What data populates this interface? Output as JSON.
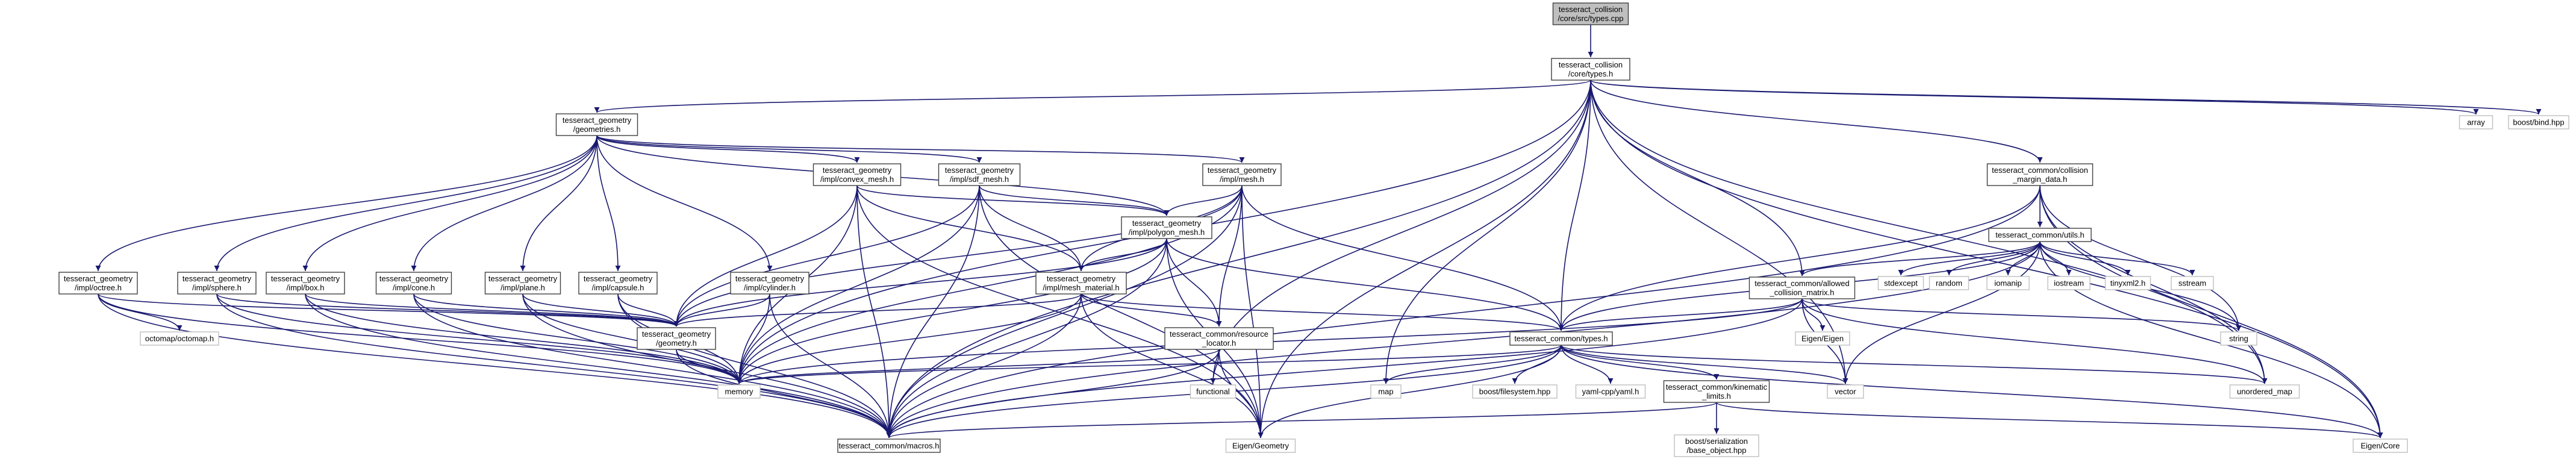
{
  "graph": {
    "root": "core_types_cpp",
    "colors": {
      "edge": "#191970",
      "node_border": "#404040",
      "plain_border": "#bfbfbf",
      "root_fill": "#bfbfbf"
    },
    "nodes": [
      {
        "id": "core_types_cpp",
        "lines": [
          "tesseract_collision",
          "/core/src/types.cpp"
        ],
        "style": "root"
      },
      {
        "id": "core_types_h",
        "lines": [
          "tesseract_collision",
          "/core/types.h"
        ],
        "style": "documented"
      },
      {
        "id": "geometries_h",
        "lines": [
          "tesseract_geometry",
          "/geometries.h"
        ],
        "style": "documented"
      },
      {
        "id": "convex_mesh_h",
        "lines": [
          "tesseract_geometry",
          "/impl/convex_mesh.h"
        ],
        "style": "documented"
      },
      {
        "id": "sdf_mesh_h",
        "lines": [
          "tesseract_geometry",
          "/impl/sdf_mesh.h"
        ],
        "style": "documented"
      },
      {
        "id": "mesh_h",
        "lines": [
          "tesseract_geometry",
          "/impl/mesh.h"
        ],
        "style": "documented"
      },
      {
        "id": "polygon_mesh_h",
        "lines": [
          "tesseract_geometry",
          "/impl/polygon_mesh.h"
        ],
        "style": "documented"
      },
      {
        "id": "mesh_material_h",
        "lines": [
          "tesseract_geometry",
          "/impl/mesh_material.h"
        ],
        "style": "documented"
      },
      {
        "id": "collision_margin_data_h",
        "lines": [
          "tesseract_common/collision",
          "_margin_data.h"
        ],
        "style": "documented"
      },
      {
        "id": "utils_h",
        "lines": [
          "tesseract_common/utils.h"
        ],
        "style": "documented"
      },
      {
        "id": "allowed_collision_matrix_h",
        "lines": [
          "tesseract_common/allowed",
          "_collision_matrix.h"
        ],
        "style": "documented"
      },
      {
        "id": "octree_h",
        "lines": [
          "tesseract_geometry",
          "/impl/octree.h"
        ],
        "style": "documented"
      },
      {
        "id": "sphere_h",
        "lines": [
          "tesseract_geometry",
          "/impl/sphere.h"
        ],
        "style": "documented"
      },
      {
        "id": "box_h",
        "lines": [
          "tesseract_geometry",
          "/impl/box.h"
        ],
        "style": "documented"
      },
      {
        "id": "cone_h",
        "lines": [
          "tesseract_geometry",
          "/impl/cone.h"
        ],
        "style": "documented"
      },
      {
        "id": "plane_h",
        "lines": [
          "tesseract_geometry",
          "/impl/plane.h"
        ],
        "style": "documented"
      },
      {
        "id": "capsule_h",
        "lines": [
          "tesseract_geometry",
          "/impl/capsule.h"
        ],
        "style": "documented"
      },
      {
        "id": "cylinder_h",
        "lines": [
          "tesseract_geometry",
          "/impl/cylinder.h"
        ],
        "style": "documented"
      },
      {
        "id": "geometry_h",
        "lines": [
          "tesseract_geometry",
          "/geometry.h"
        ],
        "style": "documented"
      },
      {
        "id": "resource_locator_h",
        "lines": [
          "tesseract_common/resource",
          "_locator.h"
        ],
        "style": "documented"
      },
      {
        "id": "common_types_h",
        "lines": [
          "tesseract_common/types.h"
        ],
        "style": "documented"
      },
      {
        "id": "kinematic_limits_h",
        "lines": [
          "tesseract_common/kinematic",
          "_limits.h"
        ],
        "style": "documented"
      },
      {
        "id": "macros_h",
        "lines": [
          "tesseract_common/macros.h"
        ],
        "style": "documented"
      },
      {
        "id": "octomap_h",
        "lines": [
          "octomap/octomap.h"
        ],
        "style": "plain"
      },
      {
        "id": "memory",
        "lines": [
          "memory"
        ],
        "style": "plain"
      },
      {
        "id": "functional",
        "lines": [
          "functional"
        ],
        "style": "plain"
      },
      {
        "id": "map",
        "lines": [
          "map"
        ],
        "style": "plain"
      },
      {
        "id": "boost_filesystem",
        "lines": [
          "boost/filesystem.hpp"
        ],
        "style": "plain"
      },
      {
        "id": "yaml_cpp",
        "lines": [
          "yaml-cpp/yaml.h"
        ],
        "style": "plain"
      },
      {
        "id": "vector",
        "lines": [
          "vector"
        ],
        "style": "plain"
      },
      {
        "id": "eigen_geometry",
        "lines": [
          "Eigen/Geometry"
        ],
        "style": "plain"
      },
      {
        "id": "eigen_eigen",
        "lines": [
          "Eigen/Eigen"
        ],
        "style": "plain"
      },
      {
        "id": "eigen_core",
        "lines": [
          "Eigen/Core"
        ],
        "style": "plain"
      },
      {
        "id": "unordered_map",
        "lines": [
          "unordered_map"
        ],
        "style": "plain"
      },
      {
        "id": "string",
        "lines": [
          "string"
        ],
        "style": "plain"
      },
      {
        "id": "array",
        "lines": [
          "array"
        ],
        "style": "plain"
      },
      {
        "id": "boost_bind",
        "lines": [
          "boost/bind.hpp"
        ],
        "style": "plain"
      },
      {
        "id": "stdexcept",
        "lines": [
          "stdexcept"
        ],
        "style": "plain"
      },
      {
        "id": "random",
        "lines": [
          "random"
        ],
        "style": "plain"
      },
      {
        "id": "iomanip",
        "lines": [
          "iomanip"
        ],
        "style": "plain"
      },
      {
        "id": "iostream",
        "lines": [
          "iostream"
        ],
        "style": "plain"
      },
      {
        "id": "tinyxml2_h",
        "lines": [
          "tinyxml2.h"
        ],
        "style": "plain"
      },
      {
        "id": "sstream",
        "lines": [
          "sstream"
        ],
        "style": "plain"
      },
      {
        "id": "boost_serialization",
        "lines": [
          "boost/serialization",
          "/base_object.hpp"
        ],
        "style": "plain"
      }
    ],
    "edges": [
      [
        "core_types_cpp",
        "core_types_h"
      ],
      [
        "core_types_h",
        "geometries_h"
      ],
      [
        "core_types_h",
        "macros_h"
      ],
      [
        "core_types_h",
        "memory"
      ],
      [
        "core_types_h",
        "functional"
      ],
      [
        "core_types_h",
        "map"
      ],
      [
        "core_types_h",
        "eigen_geometry"
      ],
      [
        "core_types_h",
        "common_types_h"
      ],
      [
        "core_types_h",
        "allowed_collision_matrix_h"
      ],
      [
        "core_types_h",
        "vector"
      ],
      [
        "core_types_h",
        "collision_margin_data_h"
      ],
      [
        "core_types_h",
        "unordered_map"
      ],
      [
        "core_types_h",
        "eigen_core"
      ],
      [
        "core_types_h",
        "array"
      ],
      [
        "core_types_h",
        "boost_bind"
      ],
      [
        "geometries_h",
        "octree_h"
      ],
      [
        "geometries_h",
        "sphere_h"
      ],
      [
        "geometries_h",
        "box_h"
      ],
      [
        "geometries_h",
        "cone_h"
      ],
      [
        "geometries_h",
        "plane_h"
      ],
      [
        "geometries_h",
        "capsule_h"
      ],
      [
        "geometries_h",
        "cylinder_h"
      ],
      [
        "geometries_h",
        "convex_mesh_h"
      ],
      [
        "geometries_h",
        "sdf_mesh_h"
      ],
      [
        "geometries_h",
        "mesh_h"
      ],
      [
        "geometries_h",
        "polygon_mesh_h"
      ],
      [
        "octree_h",
        "geometry_h"
      ],
      [
        "octree_h",
        "octomap_h"
      ],
      [
        "octree_h",
        "memory"
      ],
      [
        "octree_h",
        "macros_h"
      ],
      [
        "sphere_h",
        "geometry_h"
      ],
      [
        "sphere_h",
        "memory"
      ],
      [
        "sphere_h",
        "macros_h"
      ],
      [
        "box_h",
        "geometry_h"
      ],
      [
        "box_h",
        "memory"
      ],
      [
        "box_h",
        "macros_h"
      ],
      [
        "cone_h",
        "geometry_h"
      ],
      [
        "cone_h",
        "memory"
      ],
      [
        "cone_h",
        "macros_h"
      ],
      [
        "plane_h",
        "geometry_h"
      ],
      [
        "plane_h",
        "memory"
      ],
      [
        "plane_h",
        "macros_h"
      ],
      [
        "capsule_h",
        "geometry_h"
      ],
      [
        "capsule_h",
        "memory"
      ],
      [
        "capsule_h",
        "macros_h"
      ],
      [
        "cylinder_h",
        "geometry_h"
      ],
      [
        "cylinder_h",
        "memory"
      ],
      [
        "cylinder_h",
        "macros_h"
      ],
      [
        "convex_mesh_h",
        "geometry_h"
      ],
      [
        "convex_mesh_h",
        "polygon_mesh_h"
      ],
      [
        "convex_mesh_h",
        "mesh_material_h"
      ],
      [
        "convex_mesh_h",
        "memory"
      ],
      [
        "convex_mesh_h",
        "macros_h"
      ],
      [
        "convex_mesh_h",
        "eigen_geometry"
      ],
      [
        "sdf_mesh_h",
        "geometry_h"
      ],
      [
        "sdf_mesh_h",
        "polygon_mesh_h"
      ],
      [
        "sdf_mesh_h",
        "mesh_material_h"
      ],
      [
        "sdf_mesh_h",
        "memory"
      ],
      [
        "sdf_mesh_h",
        "macros_h"
      ],
      [
        "sdf_mesh_h",
        "eigen_geometry"
      ],
      [
        "mesh_h",
        "geometry_h"
      ],
      [
        "mesh_h",
        "polygon_mesh_h"
      ],
      [
        "mesh_h",
        "mesh_material_h"
      ],
      [
        "mesh_h",
        "resource_locator_h"
      ],
      [
        "mesh_h",
        "common_types_h"
      ],
      [
        "mesh_h",
        "memory"
      ],
      [
        "mesh_h",
        "macros_h"
      ],
      [
        "mesh_h",
        "eigen_geometry"
      ],
      [
        "polygon_mesh_h",
        "geometry_h"
      ],
      [
        "polygon_mesh_h",
        "mesh_material_h"
      ],
      [
        "polygon_mesh_h",
        "resource_locator_h"
      ],
      [
        "polygon_mesh_h",
        "common_types_h"
      ],
      [
        "polygon_mesh_h",
        "memory"
      ],
      [
        "polygon_mesh_h",
        "macros_h"
      ],
      [
        "polygon_mesh_h",
        "eigen_geometry"
      ],
      [
        "mesh_material_h",
        "geometry_h"
      ],
      [
        "mesh_material_h",
        "resource_locator_h"
      ],
      [
        "mesh_material_h",
        "memory"
      ],
      [
        "mesh_material_h",
        "macros_h"
      ],
      [
        "mesh_material_h",
        "eigen_geometry"
      ],
      [
        "mesh_material_h",
        "common_types_h"
      ],
      [
        "geometry_h",
        "memory"
      ],
      [
        "geometry_h",
        "macros_h"
      ],
      [
        "resource_locator_h",
        "memory"
      ],
      [
        "resource_locator_h",
        "functional"
      ],
      [
        "resource_locator_h",
        "macros_h"
      ],
      [
        "resource_locator_h",
        "eigen_geometry"
      ],
      [
        "collision_margin_data_h",
        "common_types_h"
      ],
      [
        "collision_margin_data_h",
        "utils_h"
      ],
      [
        "collision_margin_data_h",
        "string"
      ],
      [
        "collision_margin_data_h",
        "unordered_map"
      ],
      [
        "collision_margin_data_h",
        "macros_h"
      ],
      [
        "collision_margin_data_h",
        "eigen_core"
      ],
      [
        "utils_h",
        "stdexcept"
      ],
      [
        "utils_h",
        "random"
      ],
      [
        "utils_h",
        "iomanip"
      ],
      [
        "utils_h",
        "iostream"
      ],
      [
        "utils_h",
        "tinyxml2_h"
      ],
      [
        "utils_h",
        "sstream"
      ],
      [
        "utils_h",
        "string"
      ],
      [
        "utils_h",
        "allowed_collision_matrix_h"
      ],
      [
        "utils_h",
        "common_types_h"
      ],
      [
        "utils_h",
        "vector"
      ],
      [
        "utils_h",
        "eigen_core"
      ],
      [
        "utils_h",
        "macros_h"
      ],
      [
        "allowed_collision_matrix_h",
        "eigen_eigen"
      ],
      [
        "allowed_collision_matrix_h",
        "common_types_h"
      ],
      [
        "allowed_collision_matrix_h",
        "memory"
      ],
      [
        "allowed_collision_matrix_h",
        "vector"
      ],
      [
        "allowed_collision_matrix_h",
        "string"
      ],
      [
        "allowed_collision_matrix_h",
        "unordered_map"
      ],
      [
        "allowed_collision_matrix_h",
        "macros_h"
      ],
      [
        "common_types_h",
        "map"
      ],
      [
        "common_types_h",
        "boost_filesystem"
      ],
      [
        "common_types_h",
        "yaml_cpp"
      ],
      [
        "common_types_h",
        "kinematic_limits_h"
      ],
      [
        "common_types_h",
        "vector"
      ],
      [
        "common_types_h",
        "memory"
      ],
      [
        "common_types_h",
        "unordered_map"
      ],
      [
        "common_types_h",
        "macros_h"
      ],
      [
        "common_types_h",
        "eigen_geometry"
      ],
      [
        "common_types_h",
        "eigen_core"
      ],
      [
        "kinematic_limits_h",
        "boost_serialization"
      ],
      [
        "kinematic_limits_h",
        "eigen_core"
      ],
      [
        "kinematic_limits_h",
        "macros_h"
      ]
    ]
  }
}
